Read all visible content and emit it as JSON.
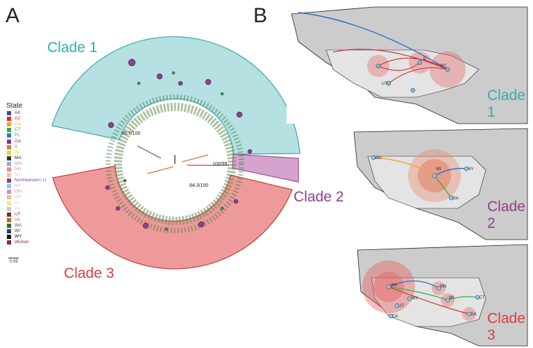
{
  "panels": {
    "a_letter": "A",
    "b_letter": "B"
  },
  "clades": {
    "clade1_tree": "Clade 1",
    "clade2_tree": "Clade 2",
    "clade3_tree": "Clade 3",
    "clade1_map": "Clade 1",
    "clade2_map": "Clade 2",
    "clade3_map": "Clade 3"
  },
  "clade_colors": {
    "clade1": "#2bb0ad",
    "clade2": "#8e3f8e",
    "clade3": "#d8403d"
  },
  "support_values": {
    "clade1": "95.7/100",
    "clade2": "100/99",
    "clade3": "84.3/100"
  },
  "legend": {
    "title": "State",
    "items": [
      {
        "label": "AK",
        "color": "#3b4ba5"
      },
      {
        "label": "AZ",
        "color": "#e02b2b"
      },
      {
        "label": "CA",
        "color": "#f2a33a"
      },
      {
        "label": "CT",
        "color": "#3aa84a"
      },
      {
        "label": "FL",
        "color": "#2d7fc1"
      },
      {
        "label": "GA",
        "color": "#8e2a8e"
      },
      {
        "label": "IL",
        "color": "#e07a26"
      },
      {
        "label": "IN",
        "color": "#d9d93a"
      },
      {
        "label": "MA",
        "color": "#333333"
      },
      {
        "label": "MN",
        "color": "#9ea3c8"
      },
      {
        "label": "NH",
        "color": "#e98a9a"
      },
      {
        "label": "NJ",
        "color": "#f5c28a"
      },
      {
        "label": "Northwestern U.",
        "color": "#7a3fa0"
      },
      {
        "label": "NY",
        "color": "#8ec9e8"
      },
      {
        "label": "OH",
        "color": "#d38ad0"
      },
      {
        "label": "OR",
        "color": "#f3b98a"
      },
      {
        "label": "RI",
        "color": "#e8e89a"
      },
      {
        "label": "TX",
        "color": "#c9c9c9"
      },
      {
        "label": "UT",
        "color": "#7a2a2a"
      },
      {
        "label": "VA",
        "color": "#a8702a"
      },
      {
        "label": "WA",
        "color": "#2e6b2e"
      },
      {
        "label": "WI",
        "color": "#1f3f7a"
      },
      {
        "label": "WY",
        "color": "#111111"
      },
      {
        "label": "Wuhan",
        "color": "#8a2a2a"
      }
    ]
  },
  "scale_bar": {
    "label": "0.05"
  },
  "map_labels": {
    "clade1": [
      "UT",
      "NY",
      "IL"
    ],
    "clade2": [
      "WA",
      "WI",
      "NY",
      "GA"
    ],
    "clade3": [
      "WA",
      "WY",
      "UT",
      "CA",
      "MN",
      "WI",
      "GA",
      "CT"
    ]
  }
}
